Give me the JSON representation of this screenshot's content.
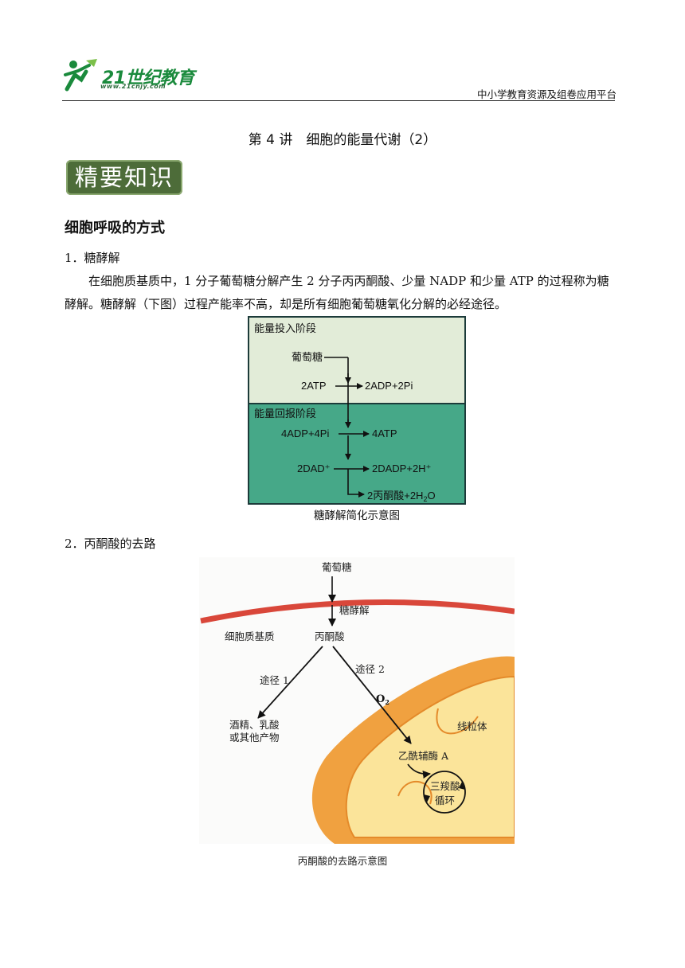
{
  "header": {
    "logo_name": "21世纪教育",
    "logo_url": "www.21cnjy.com",
    "platform": "中小学教育资源及组卷应用平台"
  },
  "doc_title": "第 4 讲　细胞的能量代谢（2）",
  "section_banner": "精要知识",
  "section_heading": "细胞呼吸的方式",
  "item1": {
    "title": "1．糖酵解",
    "paragraph": "在细胞质基质中，1 分子葡萄糖分解产生 2 分子丙丙酮酸、少量 NADP 和少量 ATP 的过程称为糖酵解。糖酵解（下图）过程产能率不高，却是所有细胞葡萄糖氧化分解的必经途径。"
  },
  "glycolysis_diagram": {
    "stage1_label": "能量投入阶段",
    "glucose": "葡萄糖",
    "atp_in": "2ATP",
    "adp_out": "2ADP+2Pi",
    "stage2_label": "能量回报阶段",
    "adp_in": "4ADP+4Pi",
    "atp_out": "4ATP",
    "dad": "2DAD⁺",
    "dadp": "2DADP+2H⁺",
    "pyruvate_pre": "2丙酮酸+2H",
    "pyruvate_sub": "2",
    "pyruvate_post": "O",
    "caption": "糖酵解简化示意图",
    "colors": {
      "stage1_bg": "#e2ecd8",
      "stage2_bg": "#46a888",
      "border": "#1c3b3a"
    }
  },
  "item2": {
    "title": "2．丙酮酸的去路"
  },
  "pyruvate_diagram": {
    "glucose": "葡萄糖",
    "glycolysis": "糖酵解",
    "cytoplasm": "细胞质基质",
    "pyruvate": "丙酮酸",
    "route1": "途径 1",
    "route2": "途径 2",
    "o2_main": "O",
    "o2_sub": "2",
    "products_line1": "酒精、乳酸",
    "products_line2": "或其他产物",
    "mitochondrion": "线粒体",
    "acetyl_coa": "乙酰辅酶 A",
    "tca_line1": "三羧酸",
    "tca_line2": "循环",
    "caption": "丙酮酸的去路示意图",
    "colors": {
      "membrane": "#d9473a",
      "mito_outer": "#f0a140",
      "mito_inner": "#fbe49a"
    }
  }
}
